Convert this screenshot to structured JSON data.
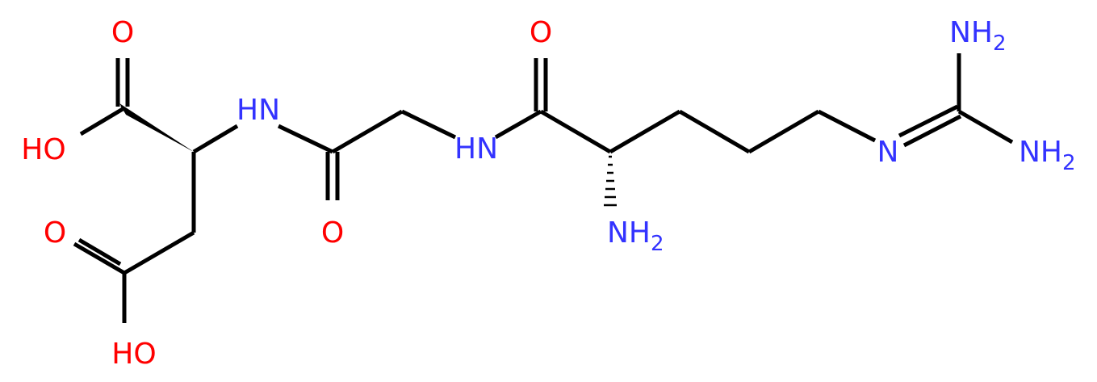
{
  "diagram": {
    "type": "skeletal-structure",
    "colors": {
      "background": "#ffffff",
      "bond": "#000000",
      "oxygen": "#ff0000",
      "nitrogen": "#3333ff"
    },
    "atoms": [
      {
        "id": "o1",
        "element": "O",
        "text": "O",
        "sub": ""
      },
      {
        "id": "o2",
        "element": "O",
        "text": "HO",
        "sub": ""
      },
      {
        "id": "n1",
        "element": "N",
        "text": "HN",
        "sub": ""
      },
      {
        "id": "o3",
        "element": "O",
        "text": "O",
        "sub": ""
      },
      {
        "id": "o4",
        "element": "O",
        "text": "O",
        "sub": ""
      },
      {
        "id": "o5",
        "element": "O",
        "text": "HO",
        "sub": ""
      },
      {
        "id": "n2",
        "element": "N",
        "text": "HN",
        "sub": ""
      },
      {
        "id": "o6",
        "element": "O",
        "text": "O",
        "sub": ""
      },
      {
        "id": "n3",
        "element": "N",
        "text": "NH",
        "sub": "2"
      },
      {
        "id": "n4",
        "element": "N",
        "text": "N",
        "sub": ""
      },
      {
        "id": "n5",
        "element": "N",
        "text": "NH",
        "sub": "2"
      },
      {
        "id": "n6",
        "element": "N",
        "text": "NH",
        "sub": "2"
      }
    ]
  }
}
